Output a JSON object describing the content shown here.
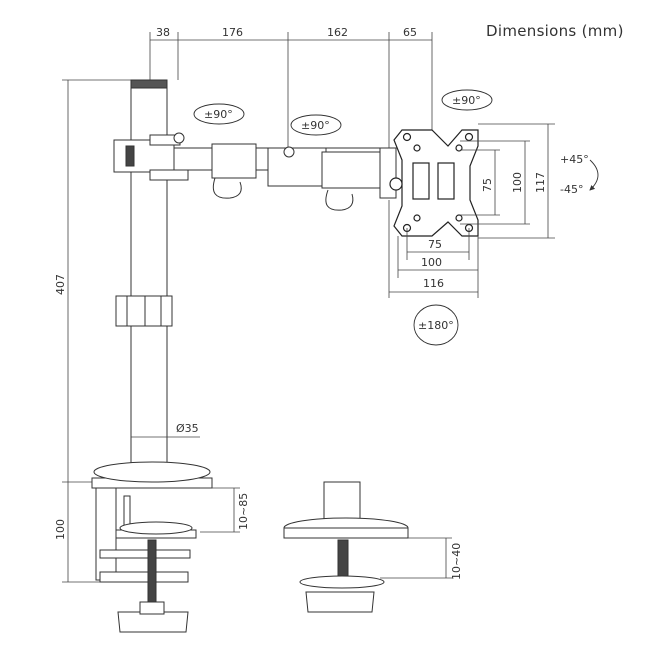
{
  "title": "Dimensions (mm)",
  "top_dimensions": [
    "38",
    "176",
    "162",
    "65"
  ],
  "pole_height": "407",
  "pole_diameter": "Ø35",
  "clamp_height": "100",
  "clamp_range": "10~85",
  "grommet_range": "10~40",
  "rotations": {
    "arm_joint_1": "±90°",
    "arm_joint_2": "±90°",
    "head_pan": "±90°",
    "tilt_up": "+45°",
    "tilt_down": "-45°",
    "rotate": "±180°"
  },
  "vesa": {
    "hole_h_inner": "75",
    "hole_h_outer": "100",
    "plate_w": "116",
    "hole_v_inner": "75",
    "hole_v_outer": "100",
    "plate_h": "117"
  }
}
